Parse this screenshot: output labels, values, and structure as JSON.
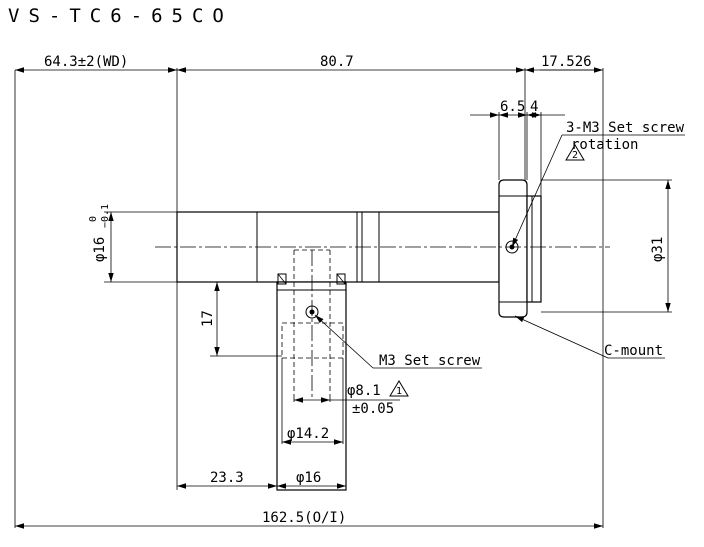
{
  "title": "VS-TC6-65CO",
  "dimensions": {
    "wd": "64.3±2(WD)",
    "body_length": "80.7",
    "mount_length": "17.526",
    "d_65": "6.5",
    "d_4": "4",
    "tube_diameter": "φ16",
    "tube_tolerance_upper": "0",
    "tube_tolerance_lower": "−0.1",
    "mount_diameter": "φ31",
    "port_height": "17",
    "inner_diameter": "φ8.1",
    "inner_tolerance": "±0.05",
    "port_inner": "φ14.2",
    "offset": "23.3",
    "port_outer": "φ16",
    "overall_length": "162.5(O/I)"
  },
  "callouts": {
    "set_screw_3": "3-M3 Set screw",
    "rotation": "rotation",
    "note_2": "2",
    "set_screw": "M3 Set screw",
    "note_1": "1",
    "c_mount": "C-mount"
  }
}
